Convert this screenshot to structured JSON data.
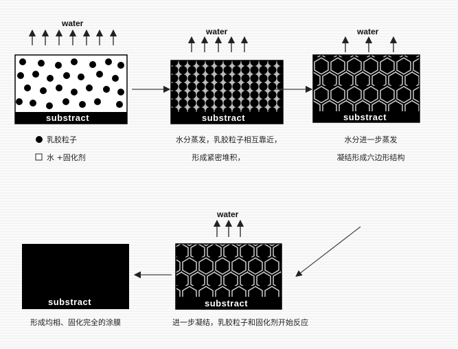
{
  "water_label": "water",
  "substrate_label": "substract",
  "legend": {
    "particle": "乳胶粒子",
    "water_curing": "水 +固化剂"
  },
  "stages": [
    {
      "caption_lines": []
    },
    {
      "caption_lines": [
        "水分蒸发，乳胶粒子相互靠近，",
        "形成紧密堆积，"
      ]
    },
    {
      "caption_lines": [
        "水分进一步蒸发",
        "凝结形成六边形结构"
      ]
    },
    {
      "caption_lines": [
        "进一步凝结，乳胶粒子和固化剂开始反应"
      ]
    },
    {
      "caption_lines": [
        "形成均相、固化完全的涂膜"
      ]
    }
  ]
}
